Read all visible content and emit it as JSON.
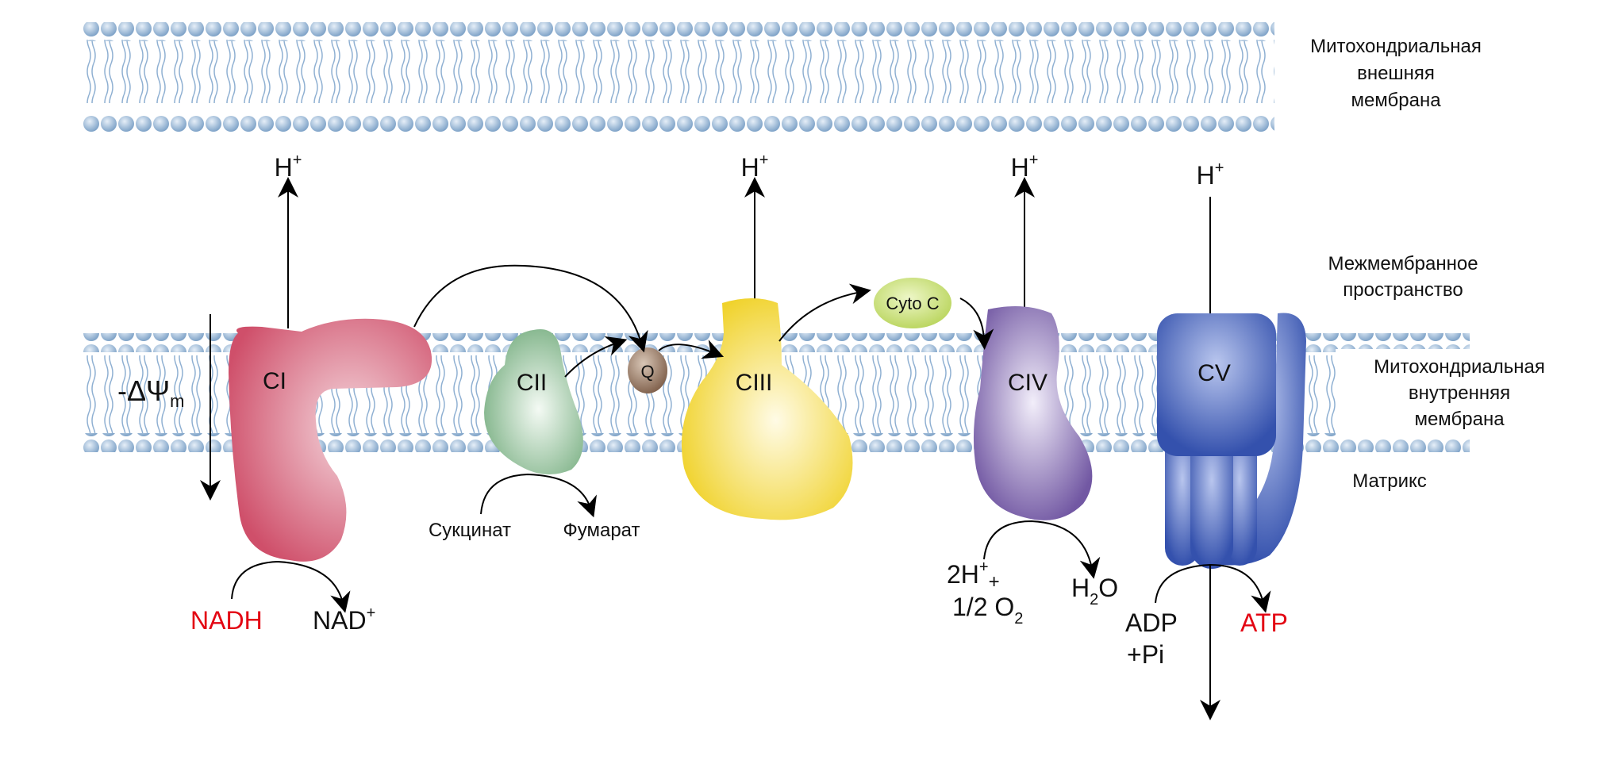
{
  "labels": {
    "outer_membrane": [
      "Митохондриальная",
      "внешняя",
      "мембрана"
    ],
    "intermembrane_space": [
      "Межмембранное",
      "пространство"
    ],
    "inner_membrane": [
      "Митохондриальная",
      "внутренняя",
      "мембрана"
    ],
    "matrix": "Матрикс",
    "membrane_potential": "-ΔΨ",
    "membrane_potential_sub": "m"
  },
  "complexes": {
    "ci": "CI",
    "cii": "CII",
    "q": "Q",
    "ciii": "CIII",
    "cyto_c": "Cyto C",
    "civ": "CIV",
    "cv": "CV"
  },
  "proton": {
    "base": "H",
    "sup": "+"
  },
  "reactions": {
    "succinate": "Сукцинат",
    "fumarate": "Фумарат",
    "nadh": "NADH",
    "nad": "NAD",
    "nad_sup": "+",
    "h_in": "2H",
    "h_in_sup": "+",
    "h_in_plus": "+",
    "o2": "1/2 O",
    "o2_sub": "2",
    "h2o_h": "H",
    "h2o_sub": "2",
    "h2o_o": "O",
    "adp": "ADP",
    "pi": "+Pi",
    "atp": "ATP"
  },
  "colors": {
    "ci": "#d2566f",
    "cii": "#8fbf95",
    "q": "#8a6a55",
    "ciii": "#f2d63a",
    "cyto_c": "#c4dc6a",
    "civ": "#7a62a8",
    "cv": "#3d58b0",
    "highlight_text": "#e30613",
    "lipid_head": "#8fb0d2"
  }
}
